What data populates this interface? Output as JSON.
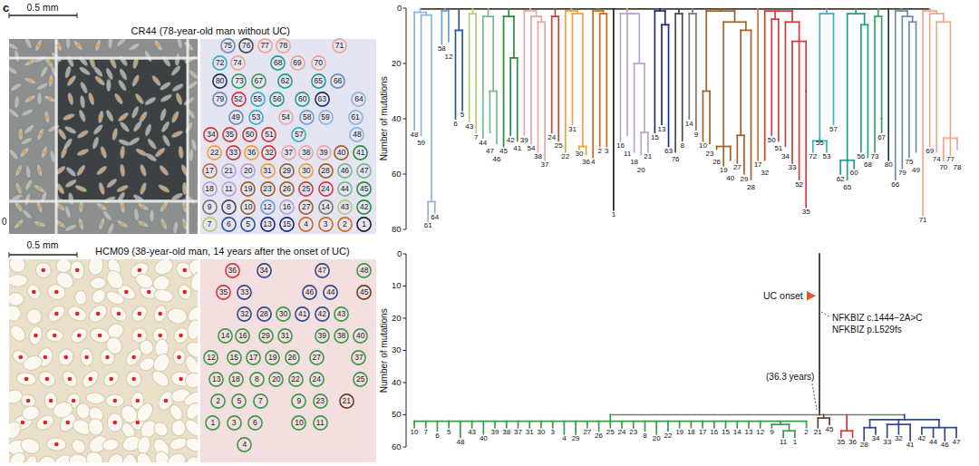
{
  "diagram": {
    "nodes": [
      {
        "text": [
          "75"
        ]
      },
      {
        "text": [
          "76"
        ]
      },
      {
        "text": [
          "77"
        ]
      },
      {
        "text": [
          "78"
        ]
      },
      {
        "text": [
          "71"
        ]
      },
      {
        "text": [
          "72"
        ]
      },
      {
        "text": [
          "74"
        ]
      },
      {
        "text": [
          "68"
        ]
      },
      {
        "text": [
          "69"
        ]
      },
      {
        "text": [
          "70"
        ]
      },
      {
        "text": [
          "80"
        ]
      },
      {
        "text": [
          "73"
        ]
      },
      {
        "text": [
          "67"
        ]
      },
      {
        "text": [
          "62"
        ]
      },
      {
        "text": [
          "65"
        ]
      },
      {
        "text": [
          "66"
        ]
      },
      {
        "text": [
          "79"
        ]
      },
      {
        "text": [
          "52"
        ]
      },
      {
        "text": [
          "55"
        ]
      },
      {
        "text": [
          "56"
        ]
      },
      {
        "text": [
          "60"
        ]
      },
      {
        "text": [
          "63"
        ]
      },
      {
        "text": [
          "64"
        ]
      },
      {
        "text": [
          "49"
        ]
      },
      {
        "text": [
          "53"
        ]
      },
      {
        "text": [
          "54"
        ]
      },
      {
        "text": [
          "58"
        ]
      },
      {
        "text": [
          "59"
        ]
      },
      {
        "text": [
          "61"
        ]
      },
      {
        "text": [
          "34"
        ]
      },
      {
        "text": [
          "35"
        ]
      },
      {
        "text": [
          "50"
        ]
      },
      {
        "text": [
          "51"
        ]
      },
      {
        "text": [
          "57"
        ]
      },
      {
        "text": [
          "48"
        ]
      },
      {
        "text": [
          "22"
        ]
      },
      {
        "text": [
          "33"
        ]
      },
      {
        "text": [
          "36"
        ]
      },
      {
        "text": [
          "32"
        ]
      },
      {
        "text": [
          "37"
        ]
      },
      {
        "text": [
          "38"
        ]
      },
      {
        "text": [
          "39"
        ]
      },
      {
        "text": [
          "40"
        ]
      },
      {
        "text": [
          "41"
        ]
      },
      {
        "text": [
          "17"
        ]
      },
      {
        "text": [
          "21"
        ]
      },
      {
        "text": [
          "20"
        ]
      },
      {
        "text": [
          "31"
        ]
      },
      {
        "text": [
          "29"
        ]
      },
      {
        "text": [
          "30"
        ]
      },
      {
        "text": [
          "28"
        ]
      },
      {
        "text": [
          "46"
        ]
      },
      {
        "text": [
          "47"
        ]
      },
      {
        "text": [
          "18"
        ]
      },
      {
        "text": [
          "11"
        ]
      },
      {
        "text": [
          "19"
        ]
      },
      {
        "text": [
          "23"
        ]
      },
      {
        "text": [
          "26"
        ]
      },
      {
        "text": [
          "25"
        ]
      },
      {
        "text": [
          "24"
        ]
      },
      {
        "text": [
          "44"
        ]
      },
      {
        "text": [
          "45"
        ]
      },
      {
        "text": [
          "9"
        ]
      },
      {
        "text": [
          "8"
        ]
      },
      {
        "text": [
          "10"
        ]
      },
      {
        "text": [
          "12"
        ]
      },
      {
        "text": [
          "16"
        ]
      },
      {
        "text": [
          "27"
        ]
      },
      {
        "text": [
          "14"
        ]
      },
      {
        "text": [
          "43"
        ]
      },
      {
        "text": [
          "42"
        ]
      },
      {
        "text": [
          "7"
        ]
      },
      {
        "text": [
          "6"
        ]
      },
      {
        "text": [
          "5"
        ]
      },
      {
        "text": [
          "13"
        ]
      },
      {
        "text": [
          "15"
        ]
      },
      {
        "text": [
          "4"
        ]
      },
      {
        "text": [
          "3"
        ]
      },
      {
        "text": [
          "2"
        ]
      },
      {
        "text": [
          "1"
        ]
      },
      {
        "text": [
          "36"
        ]
      },
      {
        "text": [
          "34"
        ]
      },
      {
        "text": [
          "47"
        ]
      },
      {
        "text": [
          "48"
        ]
      },
      {
        "text": [
          "35"
        ]
      },
      {
        "text": [
          "33"
        ]
      },
      {
        "text": [
          "46"
        ]
      },
      {
        "text": [
          "44"
        ]
      },
      {
        "text": [
          "45"
        ]
      },
      {
        "text": [
          "32"
        ]
      },
      {
        "text": [
          "28"
        ]
      },
      {
        "text": [
          "30"
        ]
      },
      {
        "text": [
          "41"
        ]
      },
      {
        "text": [
          "42"
        ]
      },
      {
        "text": [
          "43"
        ]
      },
      {
        "text": [
          "14"
        ]
      },
      {
        "text": [
          "16"
        ]
      },
      {
        "text": [
          "29"
        ]
      },
      {
        "text": [
          "31"
        ]
      },
      {
        "text": [
          "39"
        ]
      },
      {
        "text": [
          "38"
        ]
      },
      {
        "text": [
          "40"
        ]
      },
      {
        "text": [
          "12"
        ]
      },
      {
        "text": [
          "15"
        ]
      },
      {
        "text": [
          "17"
        ]
      },
      {
        "text": [
          "19"
        ]
      },
      {
        "text": [
          "26"
        ]
      },
      {
        "text": [
          "27"
        ]
      },
      {
        "text": [
          "37"
        ]
      },
      {
        "text": [
          "13"
        ]
      },
      {
        "text": [
          "18"
        ]
      },
      {
        "text": [
          "8"
        ]
      },
      {
        "text": [
          "20"
        ]
      },
      {
        "text": [
          "22"
        ]
      },
      {
        "text": [
          "24"
        ]
      },
      {
        "text": [
          "25"
        ]
      },
      {
        "text": [
          "2"
        ]
      },
      {
        "text": [
          "5"
        ]
      },
      {
        "text": [
          "7"
        ]
      },
      {
        "text": [
          "9"
        ]
      },
      {
        "text": [
          "23"
        ]
      },
      {
        "text": [
          "21"
        ]
      },
      {
        "text": [
          "1"
        ]
      },
      {
        "text": [
          "3"
        ]
      },
      {
        "text": [
          "6"
        ]
      },
      {
        "text": [
          "10"
        ]
      },
      {
        "text": [
          "11"
        ]
      },
      {
        "text": [
          "4"
        ]
      }
    ],
    "labels": [
      "c",
      "0.5 mm",
      "CR44 (78-year-old man without UC)",
      "0",
      "0.5 mm",
      "HCM09 (38-year-old man, 14 years after the onset of UC)",
      "Number of mutations",
      "0",
      "20",
      "40",
      "60",
      "80",
      "48",
      "59",
      "61",
      "64",
      "58",
      "12",
      "6",
      "5",
      "43",
      "7",
      "44",
      "47",
      "46",
      "45",
      "42",
      "41",
      "39",
      "54",
      "38",
      "37",
      "24",
      "25",
      "22",
      "31",
      "30",
      "36",
      "4",
      "2",
      "3",
      "1",
      "16",
      "11",
      "18",
      "20",
      "21",
      "15",
      "13",
      "63",
      "76",
      "8",
      "14",
      "9",
      "10",
      "23",
      "26",
      "19",
      "40",
      "27",
      "29",
      "28",
      "17",
      "32",
      "50",
      "51",
      "34",
      "33",
      "52",
      "35",
      "72",
      "55",
      "53",
      "57",
      "62",
      "65",
      "60",
      "56",
      "68",
      "73",
      "67",
      "80",
      "66",
      "79",
      "75",
      "49",
      "71",
      "69",
      "74",
      "70",
      "77",
      "78",
      "Number of mutations",
      "0",
      "10",
      "20",
      "30",
      "40",
      "50",
      "60",
      "UC onset",
      "NFKBIZ c.1444−2A>C",
      "NFKBIZ p.L529fs",
      "(36.3 years)",
      "10",
      "7",
      "6",
      "5",
      "48",
      "43",
      "40",
      "39",
      "38",
      "37",
      "31",
      "30",
      "3",
      "4",
      "29",
      "27",
      "26",
      "25",
      "24",
      "23",
      "8",
      "20",
      "22",
      "19",
      "18",
      "17",
      "16",
      "15",
      "14",
      "13",
      "12",
      "9",
      "11",
      "1",
      "2",
      "21",
      "45",
      "35",
      "36",
      "28",
      "34",
      "33",
      "32",
      "41",
      "42",
      "44",
      "46",
      "47"
    ]
  }
}
